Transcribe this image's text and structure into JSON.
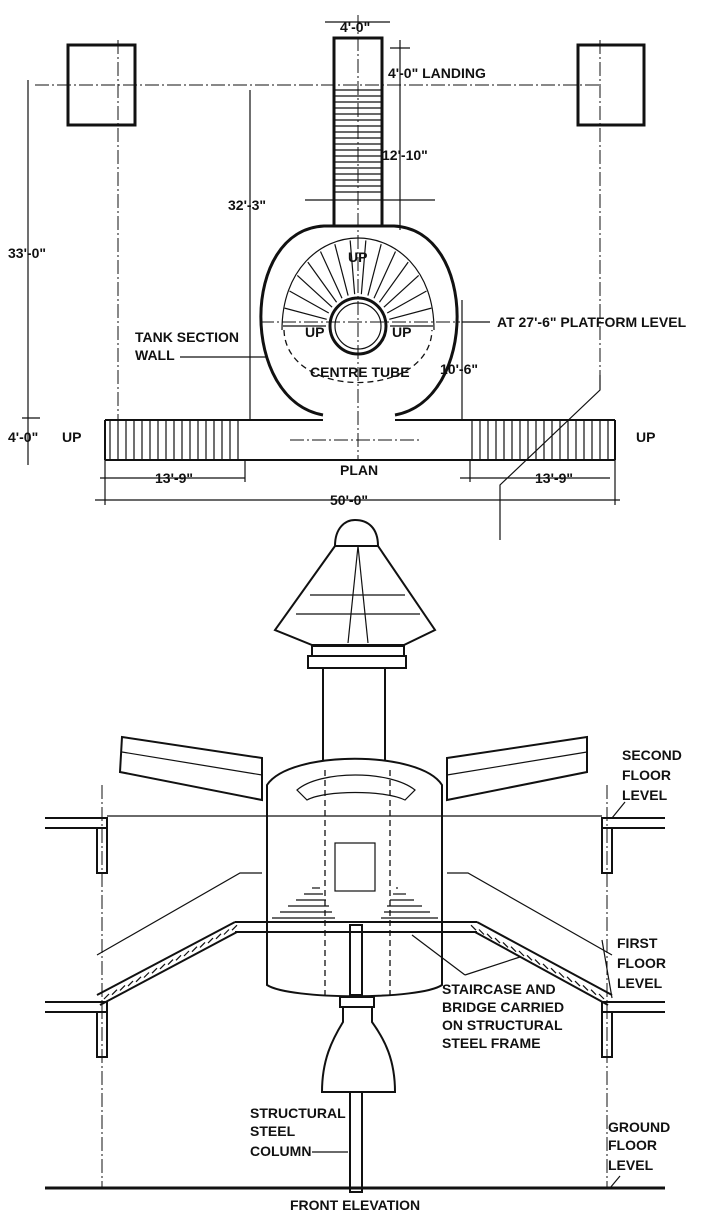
{
  "plan": {
    "dim_top_width": "4'-0\"",
    "dim_landing": "4'-0\" LANDING",
    "dim_stair_run": "12'-10\"",
    "dim_32_3": "32'-3\"",
    "dim_33_0": "33'-0\"",
    "dim_10_6": "10'-6\"",
    "dim_4_0_left": "4'-0\"",
    "dim_13_9_left": "13'-9\"",
    "dim_13_9_right": "13'-9\"",
    "dim_50_0": "50'-0\"",
    "up_top": "UP",
    "up_left_inner": "UP",
    "up_right_inner": "UP",
    "up_left_outer": "UP",
    "up_right_outer": "UP",
    "tank_label_line1": "TANK SECTION",
    "tank_label_line2": "WALL",
    "centre_tube": "CENTRE TUBE",
    "platform_level": "AT 27'-6\" PLATFORM LEVEL",
    "title": "PLAN"
  },
  "elevation": {
    "second_floor": [
      "SECOND",
      "FLOOR",
      "LEVEL"
    ],
    "first_floor": [
      "FIRST",
      "FLOOR",
      "LEVEL"
    ],
    "staircase": [
      "STAIRCASE AND",
      "BRIDGE CARRIED",
      "ON STRUCTURAL",
      "STEEL FRAME"
    ],
    "column": [
      "STRUCTURAL",
      "STEEL",
      "COLUMN"
    ],
    "ground_floor": [
      "GROUND",
      "FLOOR",
      "LEVEL"
    ],
    "title": "FRONT ELEVATION"
  }
}
